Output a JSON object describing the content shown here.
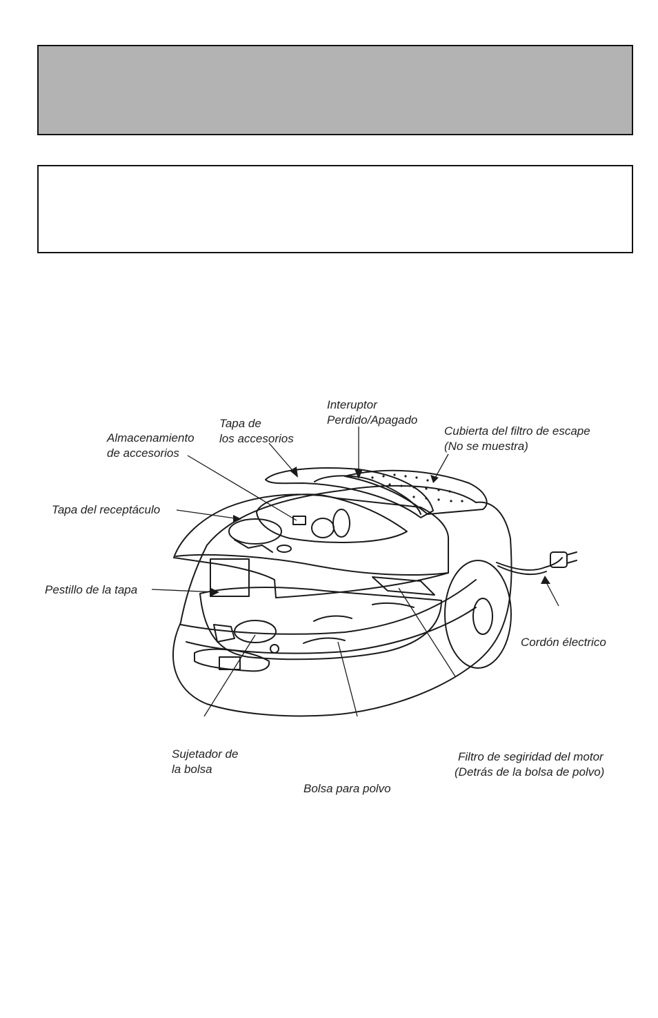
{
  "labels": {
    "switch": {
      "line1": "Interuptor",
      "line2": "Perdido/Apagado"
    },
    "tool_cover": {
      "line1": "Tapa de",
      "line2": "los accesorios"
    },
    "tool_storage": {
      "line1": "Almacenamiento",
      "line2": "de accesorios"
    },
    "exhaust_cover": {
      "line1": "Cubierta del filtro de escape",
      "line2": "(No se muestra)"
    },
    "bag_lid": "Tapa del receptáculo",
    "lid_latch": "Pestillo de la tapa",
    "cord": "Cordón électrico",
    "bag_holder": {
      "line1": "Sujetador de",
      "line2": "la bolsa"
    },
    "motor_filter": {
      "line1": "Filtro de segiridad del motor",
      "line2": "(Detrás de la bolsa de polvo)"
    },
    "dust_bag": "Bolsa para polvo"
  },
  "colors": {
    "band": "#b3b3b3",
    "border": "#111111",
    "ink": "#222222"
  }
}
